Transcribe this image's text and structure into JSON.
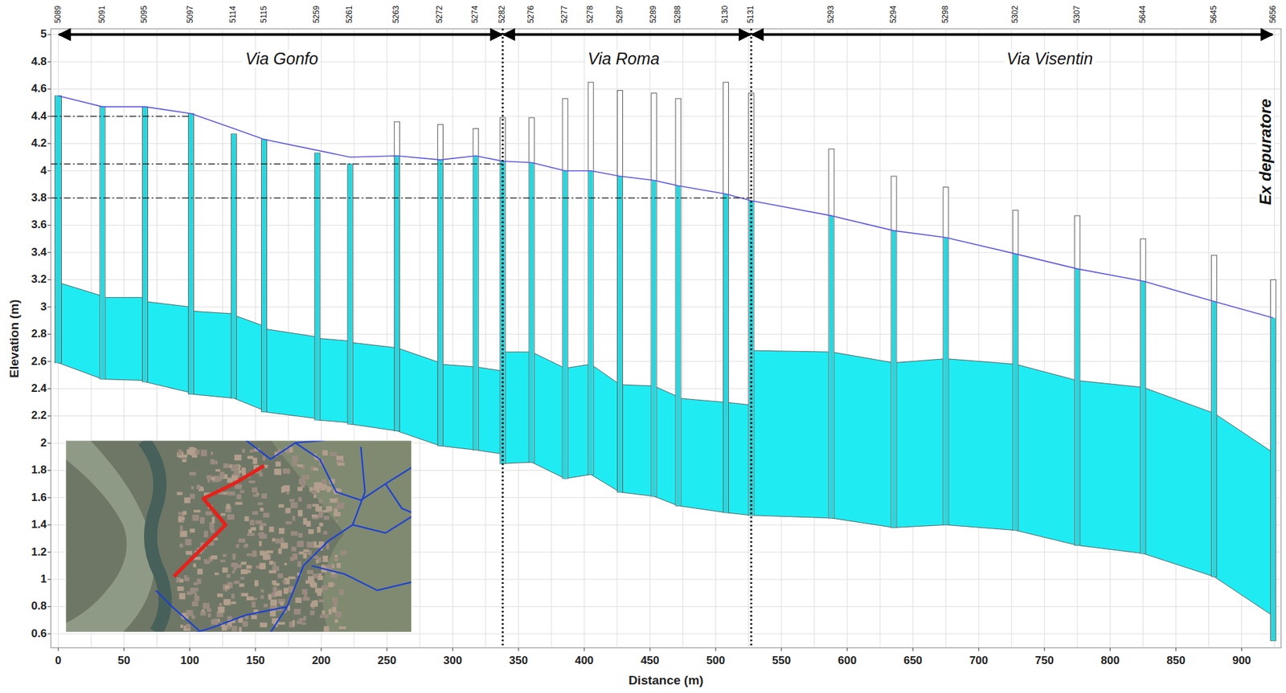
{
  "diagram": {
    "labels": [
      "5089",
      "5091",
      "5095",
      "5097",
      "5114",
      "5115",
      "5259",
      "5261",
      "5263",
      "5272",
      "5274",
      "5282",
      "5276",
      "5277",
      "5278",
      "5287",
      "5289",
      "5288",
      "5130",
      "5131",
      "5293",
      "5294",
      "5298",
      "5302",
      "5307",
      "5644",
      "5645",
      "5656",
      "Via Gonfo",
      "Via Roma",
      "Via Visentin",
      "Ex depuratore",
      "5",
      "4.8",
      "4.6",
      "4.4",
      "4.2",
      "4",
      "3.8",
      "3.6",
      "3.4",
      "3.2",
      "3",
      "2.8",
      "2.6",
      "2.4",
      "2.2",
      "2",
      "1.8",
      "1.6",
      "1.4",
      "1.2",
      "1",
      "0.8",
      "0.6",
      "0",
      "50",
      "100",
      "150",
      "200",
      "250",
      "300",
      "350",
      "400",
      "450",
      "500",
      "550",
      "600",
      "650",
      "700",
      "750",
      "800",
      "850",
      "900",
      "Elevation (m)",
      "Distance (m)"
    ]
  }
}
